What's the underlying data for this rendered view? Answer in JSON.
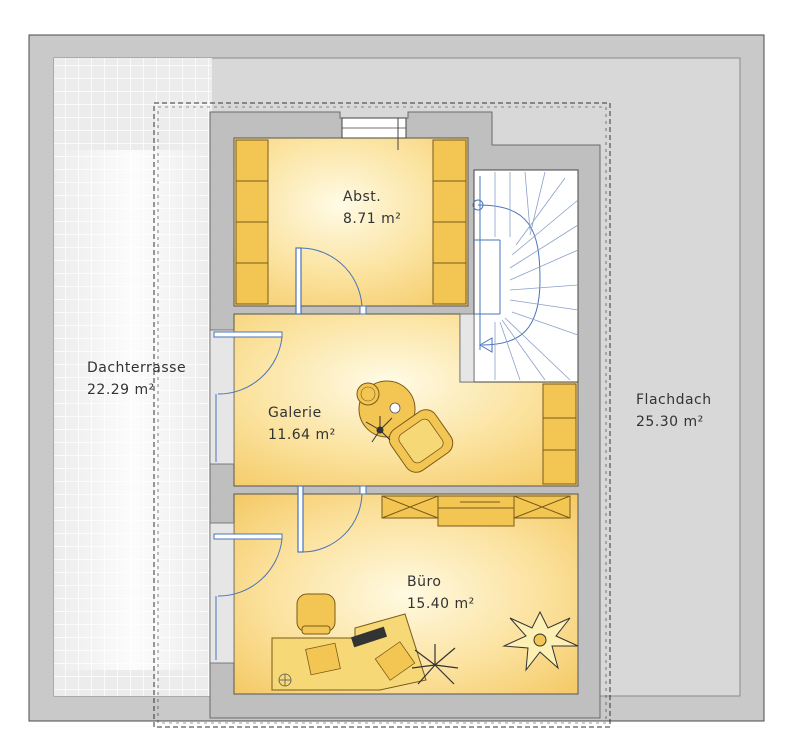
{
  "colors": {
    "roof": "#d6d6d6",
    "roof_edge": "#4a4a4a",
    "wall": "#bdbdbd",
    "floor_light": "#fff9e0",
    "floor_warm": "#f7d277",
    "terrace_tile": "#ebebeb",
    "furniture": "#f2c655",
    "door_blue": "#4a74b8",
    "stairs": "#ffffff"
  },
  "rooms": {
    "abst": {
      "name": "Abst.",
      "area": "8.71 m²"
    },
    "galerie": {
      "name": "Galerie",
      "area": "11.64 m²"
    },
    "buero": {
      "name": "Büro",
      "area": "15.40 m²"
    },
    "dachterrasse": {
      "name": "Dachterrasse",
      "area": "22.29 m²"
    },
    "flachdach": {
      "name": "Flachdach",
      "area": "25.30 m²"
    }
  }
}
